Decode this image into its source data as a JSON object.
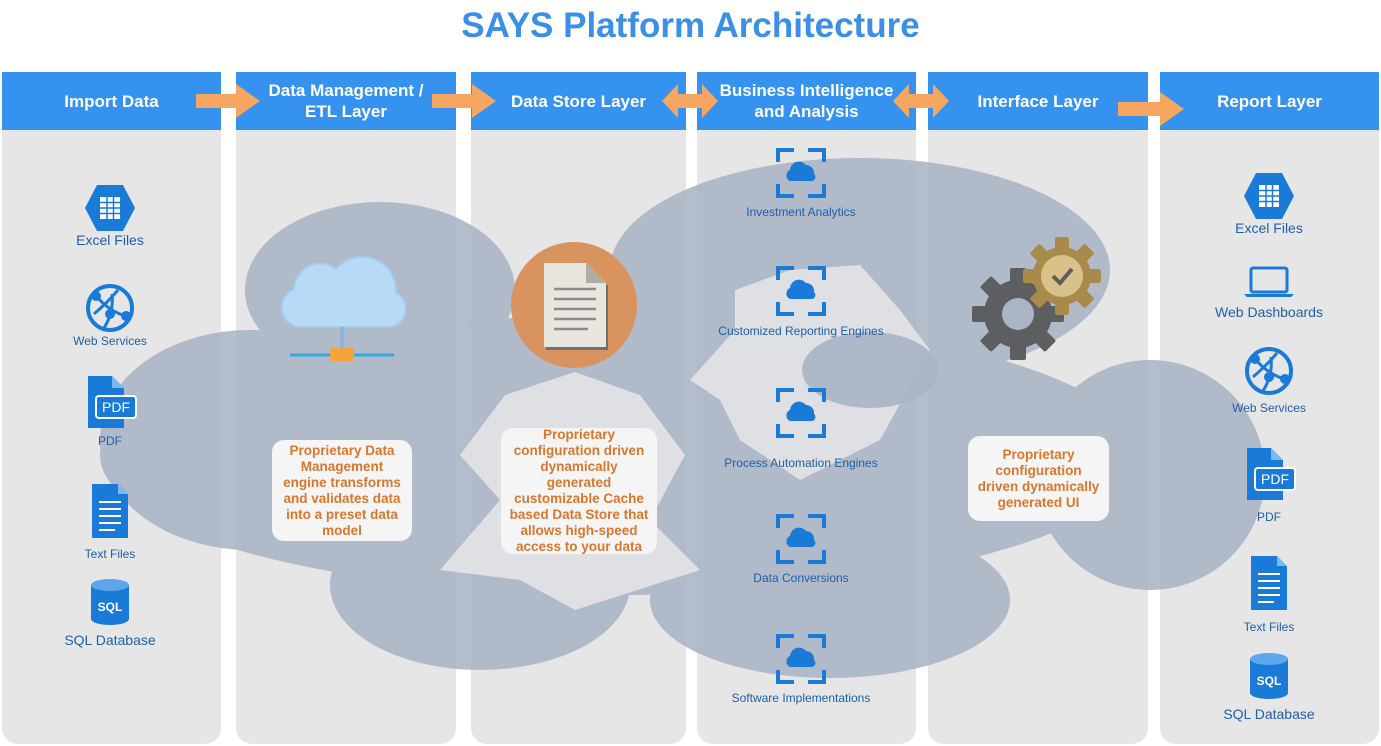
{
  "title": "SAYS Platform Architecture",
  "layers": [
    {
      "id": "import",
      "label": "Import Data"
    },
    {
      "id": "etl",
      "label": "Data Management / ETL Layer"
    },
    {
      "id": "store",
      "label": "Data Store Layer"
    },
    {
      "id": "bi",
      "label": "Business Intelligence and Analysis"
    },
    {
      "id": "interface",
      "label": "Interface Layer"
    },
    {
      "id": "report",
      "label": "Report Layer"
    }
  ],
  "import_items": [
    "Excel Files",
    "Web Services",
    "PDF",
    "Text Files",
    "SQL Database"
  ],
  "bi_items": [
    "Investment Analytics",
    "Customized Reporting Engines",
    "Process Automation Engines",
    "Data Conversions",
    "Software Implementations"
  ],
  "report_items": [
    "Excel Files",
    "Web Dashboards",
    "Web Services",
    "PDF",
    "Text Files",
    "SQL Database"
  ],
  "descriptions": {
    "etl": "Proprietary Data Management engine transforms and validates data into a preset data model",
    "store": "Proprietary configuration driven dynamically generated customizable Cache based Data Store that allows high-speed access to your data",
    "interface": "Proprietary configuration driven dynamically generated UI"
  },
  "icons": {
    "excel": "excel-file-icon",
    "web_services": "web-services-icon",
    "pdf": "pdf-file-icon",
    "text": "text-file-icon",
    "sql": "sql-database-icon",
    "dashboard": "web-dashboard-icon",
    "cloud_network": "cloud-network-icon",
    "document": "document-icon",
    "cloud_app": "cloud-app-icon",
    "gears": "gears-icon"
  },
  "colors": {
    "title": "#3b8fe6",
    "header": "#3592ef",
    "column": "#e6e6e7",
    "cloud": "#aab4c4",
    "arrow": "#f7a661",
    "box_text": "#d9772c",
    "icon": "#1a7ad8"
  }
}
